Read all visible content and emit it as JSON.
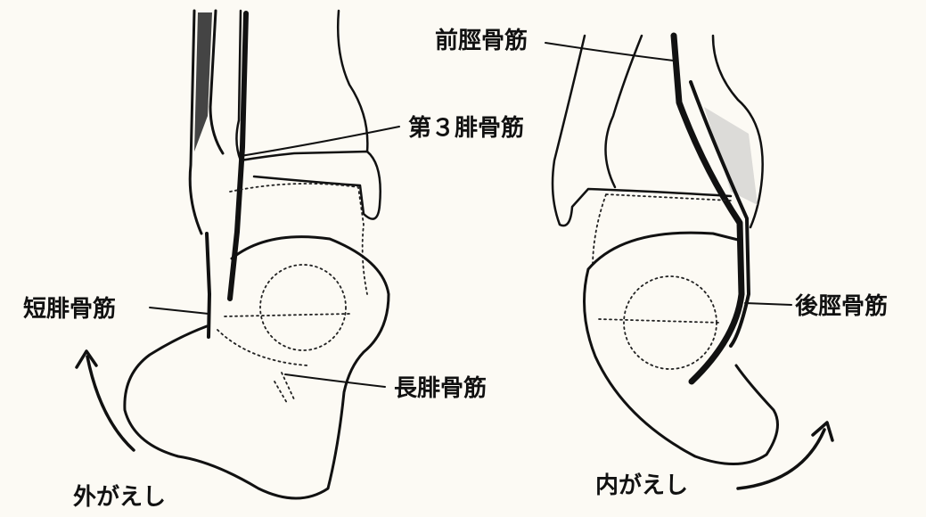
{
  "colors": {
    "background": "#fcfaf4",
    "ink": "#111111"
  },
  "left_view": {
    "label_third_peroneus": "第３腓骨筋",
    "label_short_peroneus": "短腓骨筋",
    "label_long_peroneus": "長腓骨筋",
    "label_motion": "外がえし"
  },
  "right_view": {
    "label_anterior_tibialis": "前脛骨筋",
    "label_posterior_tibialis": "後脛骨筋",
    "label_motion": "内がえし"
  }
}
